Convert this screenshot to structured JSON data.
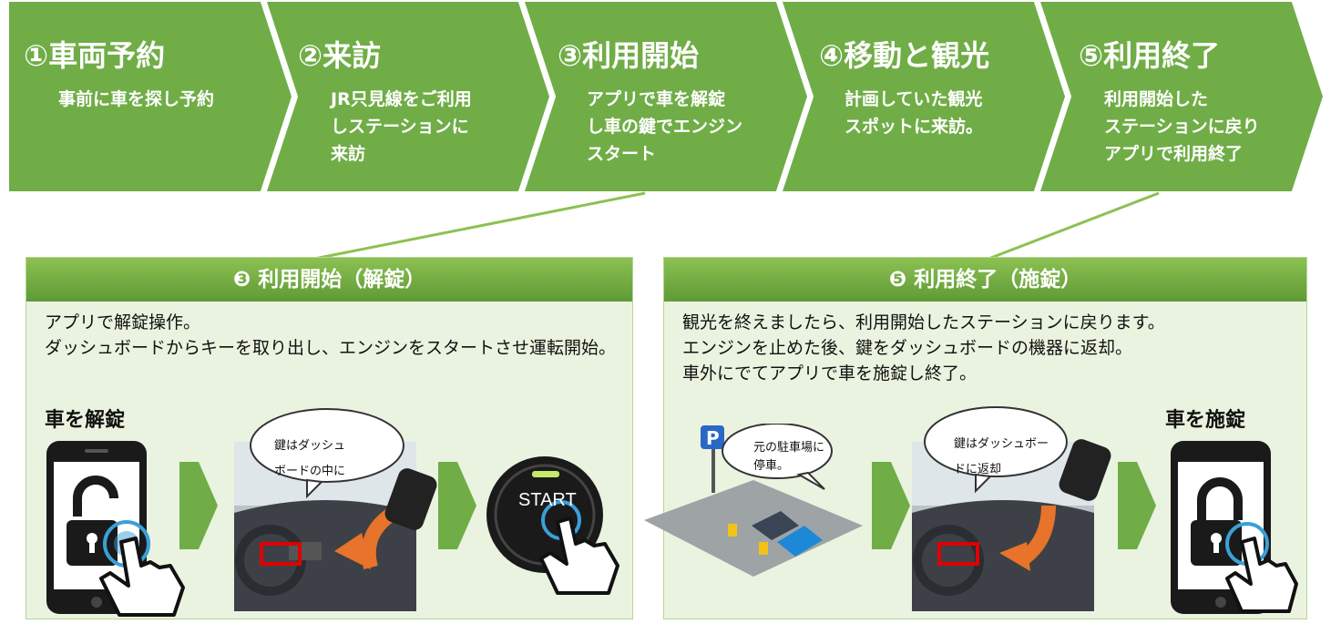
{
  "steps": [
    {
      "title": "①車両予約",
      "desc": "事前に車を探し予約"
    },
    {
      "title": "②来訪",
      "desc": "JR只見線をご利用\nしステーションに\n来訪"
    },
    {
      "title": "③利用開始",
      "desc": "アプリで車を解錠\nし車の鍵でエンジン\nスタート"
    },
    {
      "title": "④移動と観光",
      "desc": "計画していた観光\nスポットに来訪。"
    },
    {
      "title": "⑤利用終了",
      "desc": "利用開始した\nステーションに戻り\nアプリで利用終了"
    }
  ],
  "panel_left": {
    "title": "❸ 利用開始（解錠）",
    "desc": "アプリで解錠操作。\nダッシュボードからキーを取り出し、エンジンをスタートさせ運転開始。",
    "label": "車を解錠",
    "bubble": "鍵はダッシュ\nボードの中に",
    "button_text": "START"
  },
  "panel_right": {
    "title": "❺ 利用終了（施錠）",
    "desc": "観光を終えましたら、利用開始したステーションに戻ります。\nエンジンを止めた後、鍵をダッシュボードの機器に返却。\n車外にでてアプリで車を施錠し終了。",
    "label": "車を施錠",
    "bubble_parking": "元の駐車場に\n停車。",
    "bubble_key": "鍵はダッシュボー\nドに返却",
    "parking_sign": "P"
  },
  "colors": {
    "accent": "#70ad47",
    "panel_bg": "#eaf3e0",
    "highlight": "#e00000",
    "arrow_orange": "#e8732a"
  }
}
